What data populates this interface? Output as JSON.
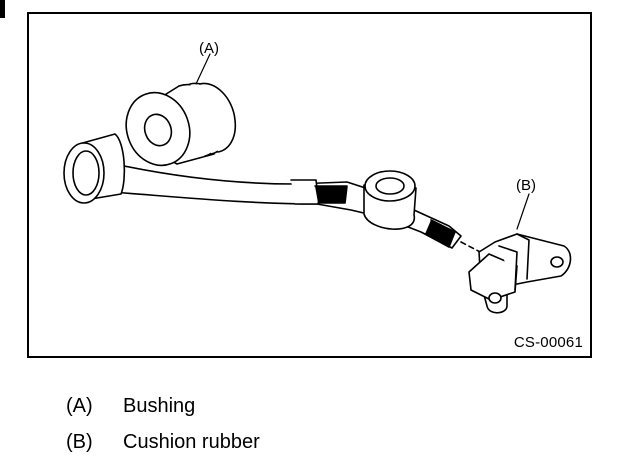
{
  "figure": {
    "code": "CS-00061",
    "callouts": [
      {
        "letter": "(A)"
      },
      {
        "letter": "(B)"
      }
    ]
  },
  "legend": [
    {
      "key": "(A)",
      "text": "Bushing"
    },
    {
      "key": "(B)",
      "text": "Cushion rubber"
    }
  ]
}
